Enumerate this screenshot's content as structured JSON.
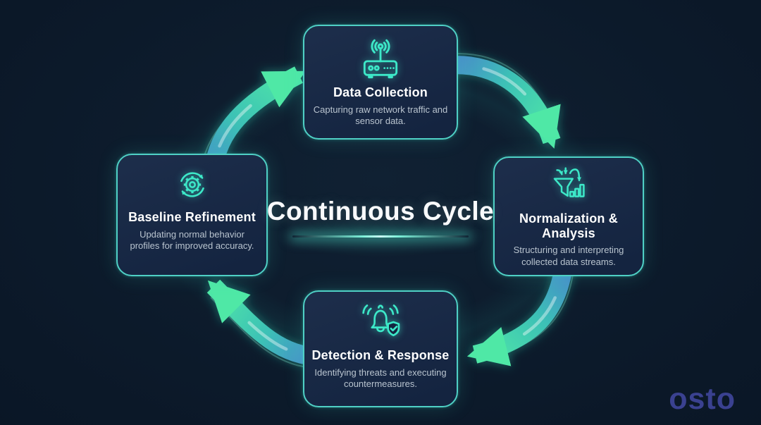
{
  "main_title": "Continuous Cycle",
  "brand_logo": "osto",
  "cards": {
    "top": {
      "icon": "wifi-router-icon",
      "title": "Data Collection",
      "description": "Capturing raw network traffic and sensor data."
    },
    "right": {
      "icon": "funnel-analytics-icon",
      "title": "Normalization & Analysis",
      "description": "Structuring and interpreting collected data streams."
    },
    "bottom": {
      "icon": "alert-bell-shield-icon",
      "title": "Detection & Response",
      "description": "Identifying threats and executing countermeasures."
    },
    "left": {
      "icon": "gear-refresh-icon",
      "title": "Baseline Refinement",
      "description": "Updating normal behavior profiles for improved accuracy."
    }
  },
  "cycle_order": [
    "Data Collection",
    "Normalization & Analysis",
    "Detection & Response",
    "Baseline Refinement"
  ],
  "colors": {
    "background": "#0b1828",
    "card_background": "#17273f",
    "card_border": "#4fd0c5",
    "icon_accent": "#3de8c8",
    "arrow_tail_blue": "#4a86cc",
    "arrow_head_green": "#4fe8a6",
    "title_text": "#ffffff",
    "description_text": "#b9c4cf",
    "logo_text": "#3a4190"
  }
}
